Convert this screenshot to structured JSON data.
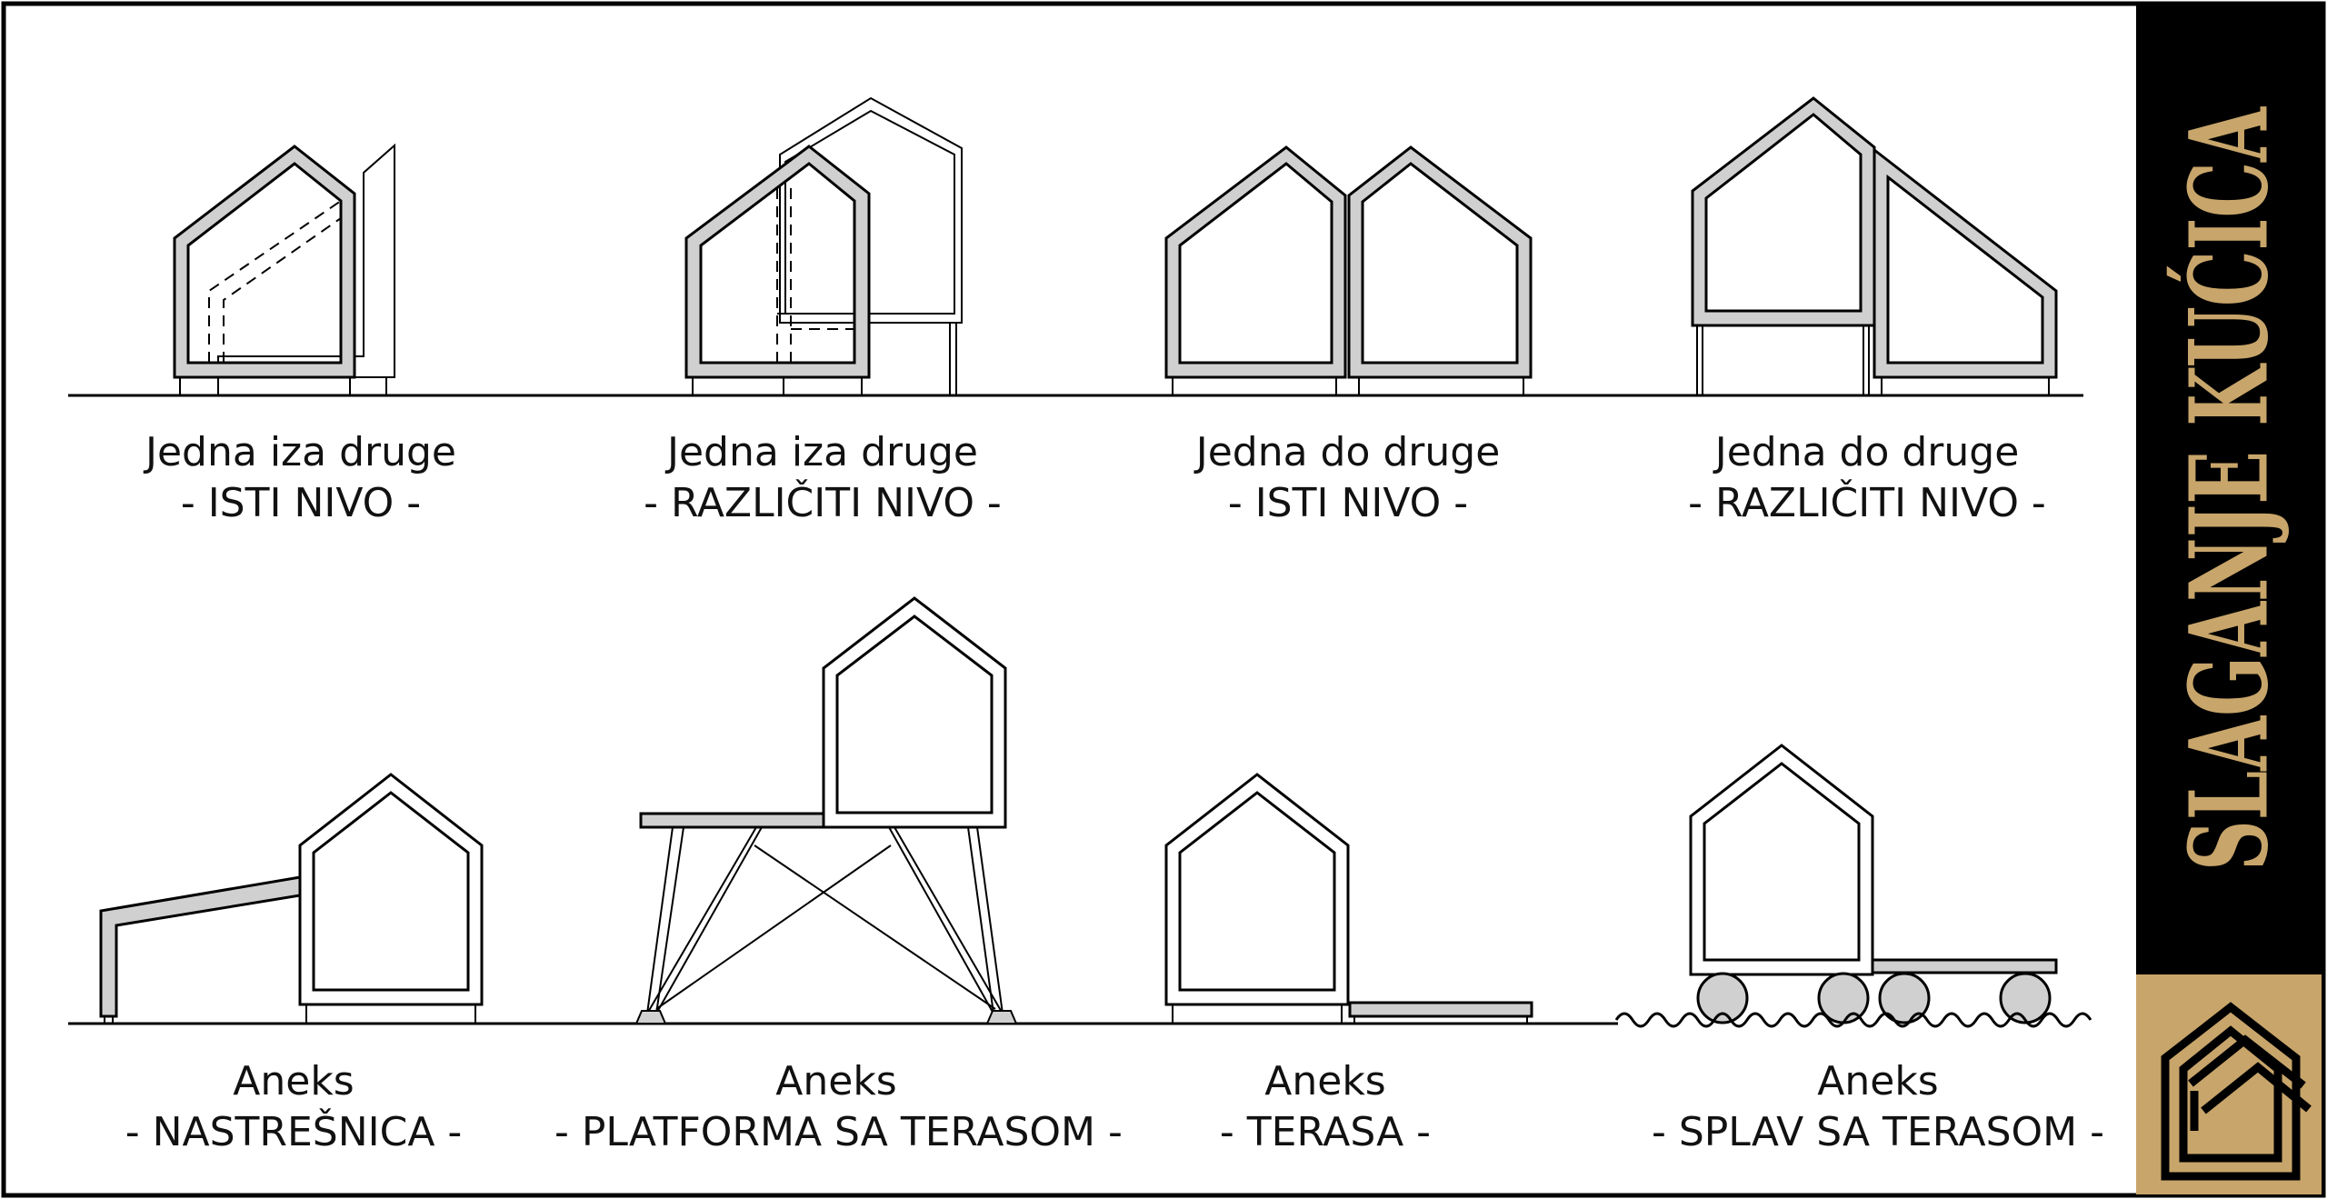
{
  "captions": [
    {
      "title": "Jedna iza druge",
      "subtitle": "- ISTI NIVO -"
    },
    {
      "title": "Jedna iza druge",
      "subtitle": "- RAZLIČITI NIVO -"
    },
    {
      "title": "Jedna do druge",
      "subtitle": "- ISTI NIVO -"
    },
    {
      "title": "Jedna do druge",
      "subtitle": "- RAZLIČITI NIVO -"
    },
    {
      "title": "Aneks",
      "subtitle": "- NASTREŠNICA -"
    },
    {
      "title": "Aneks",
      "subtitle": "- PLATFORMA SA TERASOM -"
    },
    {
      "title": "Aneks",
      "subtitle": "- TERASA -"
    },
    {
      "title": "Aneks",
      "subtitle": "- SPLAV SA TERASOM -"
    }
  ],
  "brand": {
    "name": "SLAGANJE KUĆICA",
    "logo_icon": "house-stack-logo-icon",
    "colors": {
      "gold": "#c8a56a",
      "panel": "#000000",
      "fill": "#d0d0d0",
      "stroke": "#111111"
    }
  }
}
